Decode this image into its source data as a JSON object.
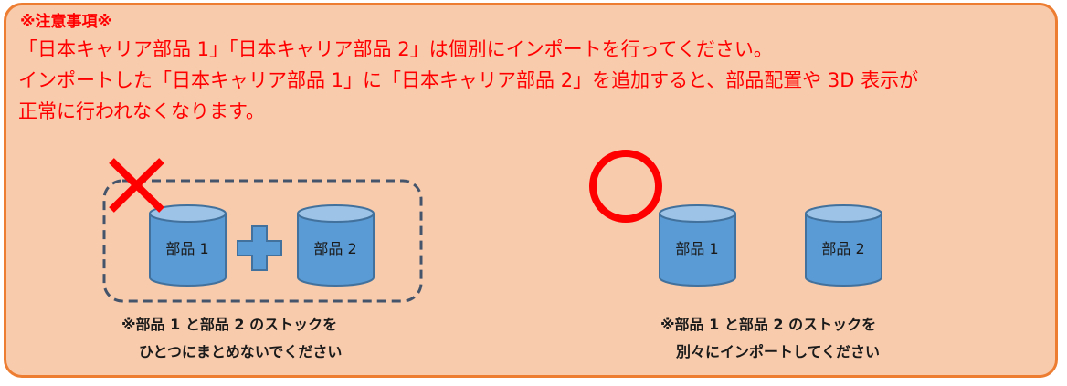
{
  "heading": "※注意事項※",
  "notice_lines": [
    "「日本キャリア部品 1」「日本キャリア部品 2」は個別にインポートを行ってください。",
    "インポートした「日本キャリア部品 1」に「日本キャリア部品 2」を追加すると、部品配置や 3D 表示が",
    "正常に行われなくなります。"
  ],
  "wrong_example": {
    "part1_label": "部品 1",
    "part2_label": "部品 2",
    "caption_lines": [
      "※部品 1 と部品 2 のストックを",
      "ひとつにまとめないでください"
    ]
  },
  "correct_example": {
    "part1_label": "部品 1",
    "part2_label": "部品 2",
    "caption_lines": [
      "※部品 1 と部品 2 のストックを",
      "別々にインポートしてください"
    ]
  },
  "colors": {
    "panel_bg": "#f8cbad",
    "panel_border": "#ed7d31",
    "notice_text": "#ff0000",
    "mark": "#ff0000",
    "cylinder_fill": "#5b9bd5",
    "cylinder_top": "#9dc3e6",
    "cylinder_stroke": "#41719c",
    "dashed_group": "#44546a"
  }
}
